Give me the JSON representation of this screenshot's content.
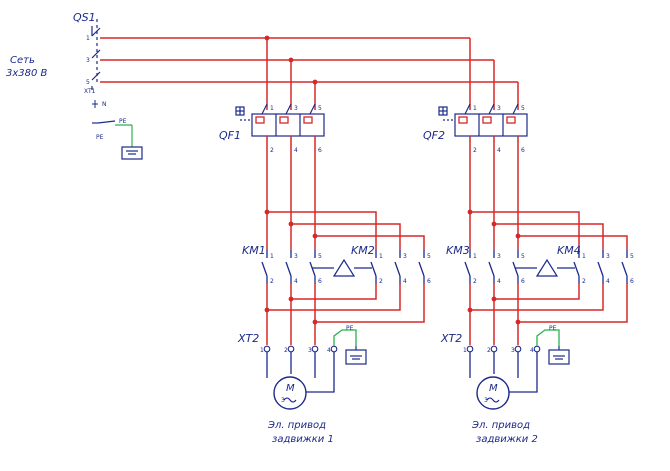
{
  "colors": {
    "power": "#d62828",
    "control": "#1c2a8a",
    "earth": "#2bb24c"
  },
  "labels": {
    "qs1": "QS1",
    "net_line1": "Сеть",
    "net_line2": "3х380 В",
    "xt1": "XT1",
    "n": "N",
    "pe_top": "PE",
    "pe_left": "PE",
    "pe_m1": "PE",
    "pe_m2": "PE",
    "qf1": "QF1",
    "qf2": "QF2",
    "km1": "KM1",
    "km2": "KM2",
    "km3": "KM3",
    "km4": "KM4",
    "xt2_a": "XT2",
    "xt2_b": "XT2",
    "motor_letter_1": "M",
    "motor_letter_2": "M",
    "motor_phase_1": "3",
    "motor_phase_2": "3",
    "motor_cap1_line1": "Эл. привод",
    "motor_cap1_line2": "задвижки 1",
    "motor_cap2_line1": "Эл. привод",
    "motor_cap2_line2": "задвижки 2"
  },
  "terminals": {
    "qs1": [
      "1",
      "3",
      "5"
    ],
    "qf_top": [
      "1",
      "3",
      "5"
    ],
    "qf_bottom": [
      "2",
      "4",
      "6"
    ],
    "km_top": [
      "1",
      "3",
      "5"
    ],
    "km_bottom": [
      "2",
      "4",
      "6"
    ],
    "xt2": [
      "1",
      "2",
      "3",
      "4"
    ]
  }
}
